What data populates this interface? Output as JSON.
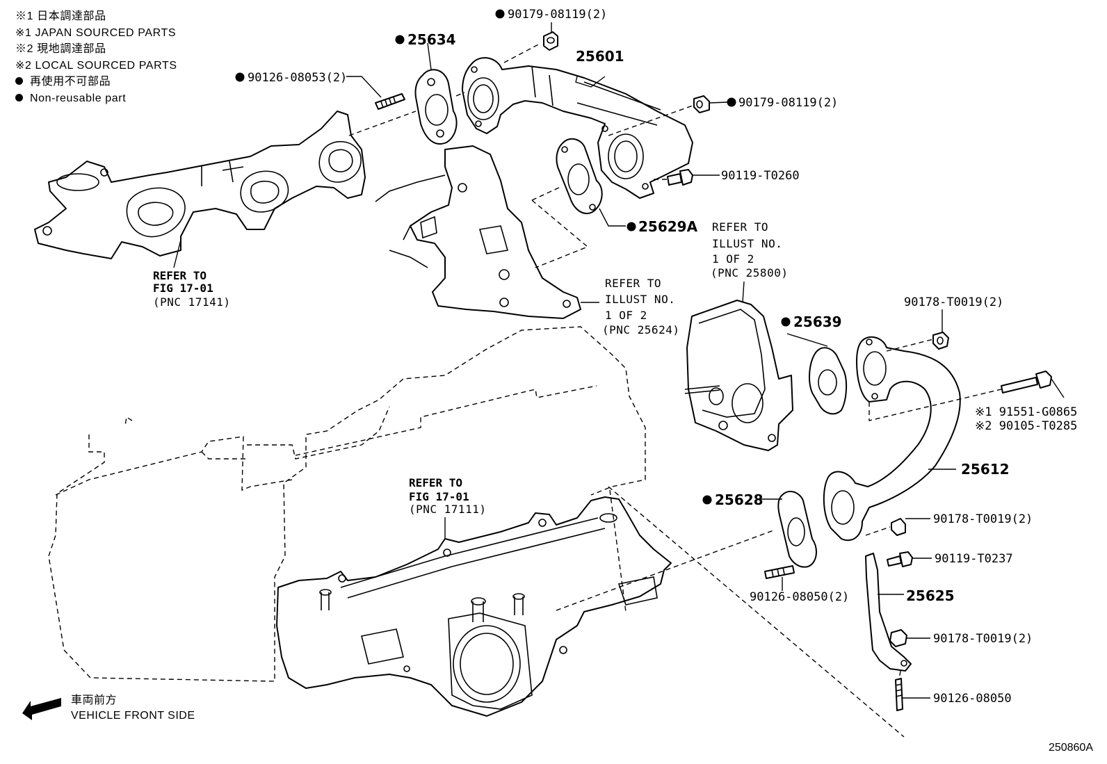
{
  "legend": {
    "line1": "※1 日本調達部品",
    "line2": "※1 JAPAN SOURCED PARTS",
    "line3": "※2 現地調達部品",
    "line4": "※2 LOCAL SOURCED PARTS",
    "line5": "再使用不可部品",
    "line6": "Non-reusable part"
  },
  "front": {
    "jp": "車両前方",
    "en": "VEHICLE FRONT SIDE"
  },
  "diagram_code": "250860A",
  "parts": {
    "p25634": "25634",
    "p25601": "25601",
    "p90179_top": "90179-08119(2)",
    "p90179_right": "90179-08119(2)",
    "p90126_08053": "90126-08053(2)",
    "p90119_T0260": "90119-T0260",
    "p25629A": "25629A",
    "p25639": "25639",
    "p90178_top": "90178-T0019(2)",
    "p91551": "※1 91551-G0865",
    "p90105": "※2 90105-T0285",
    "p25612": "25612",
    "p25628": "25628",
    "p90178_mid": "90178-T0019(2)",
    "p90119_T0237": "90119-T0237",
    "p90126_08050_2": "90126-08050(2)",
    "p25625": "25625",
    "p90178_low": "90178-T0019(2)",
    "p90126_08050": "90126-08050"
  },
  "refs": {
    "r17141": {
      "l1": "REFER TO",
      "l2": "FIG 17-01",
      "l3": "(PNC 17141)"
    },
    "r25800": {
      "l1": "REFER TO",
      "l2": "ILLUST NO.",
      "l3": "1 OF 2",
      "l4": "(PNC 25800)"
    },
    "r25624": {
      "l1": "REFER TO",
      "l2": "ILLUST NO.",
      "l3": "1 OF 2",
      "l4": "(PNC 25624)"
    },
    "r17111": {
      "l1": "REFER TO",
      "l2": "FIG 17-01",
      "l3": "(PNC 17111)"
    }
  }
}
